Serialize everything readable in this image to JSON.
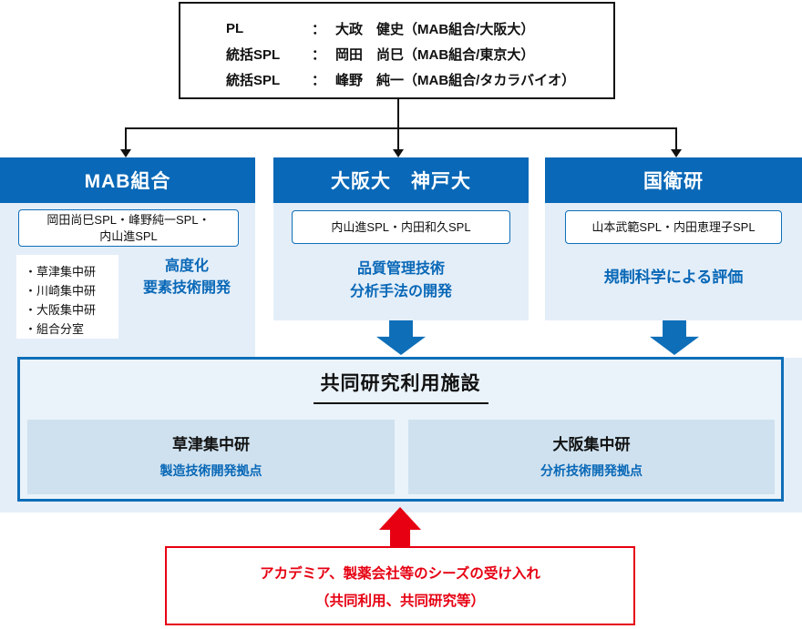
{
  "top_box": {
    "rows": [
      {
        "role": "PL",
        "colon": "：",
        "name": "大政　健史（MAB組合/大阪大）"
      },
      {
        "role": "統括SPL",
        "colon": "：",
        "name": "岡田　尚巳（MAB組合/東京大）"
      },
      {
        "role": "統括SPL",
        "colon": "：",
        "name": "峰野　純一（MAB組合/タカラバイオ）"
      }
    ]
  },
  "columns": [
    {
      "header": "MAB組合",
      "spl_lines": [
        "岡田尚巳SPL・峰野純一SPL・",
        "内山進SPL"
      ],
      "sites": [
        "・草津集中研",
        "・川崎集中研",
        "・大阪集中研",
        "・組合分室"
      ],
      "role_lines": [
        "高度化",
        "要素技術開発"
      ]
    },
    {
      "header": "大阪大　神戸大",
      "spl_lines": [
        "内山進SPL・内田和久SPL"
      ],
      "role_lines": [
        "品質管理技術",
        "分析手法の開発"
      ]
    },
    {
      "header": "国衛研",
      "spl_lines": [
        "山本武範SPL・内田恵理子SPL"
      ],
      "role_lines": [
        "規制科学による評価"
      ]
    }
  ],
  "facility": {
    "title": "共同研究利用施設",
    "sub_boxes": [
      {
        "name": "草津集中研",
        "desc": "製造技術開発拠点"
      },
      {
        "name": "大阪集中研",
        "desc": "分析技術開発拠点"
      }
    ]
  },
  "bottom_box": {
    "lines": [
      "アカデミア、製薬会社等のシーズの受け入れ",
      "（共同利用、共同研究等）"
    ]
  },
  "colors": {
    "header_blue": "#0968b7",
    "arrow_blue": "#0e6eb8",
    "panel_light_blue": "#e4eef8",
    "facility_fill": "#eaf3fa",
    "sub_box_fill": "#cfe1ef",
    "accent_red": "#e60012",
    "line_black": "#111111"
  }
}
